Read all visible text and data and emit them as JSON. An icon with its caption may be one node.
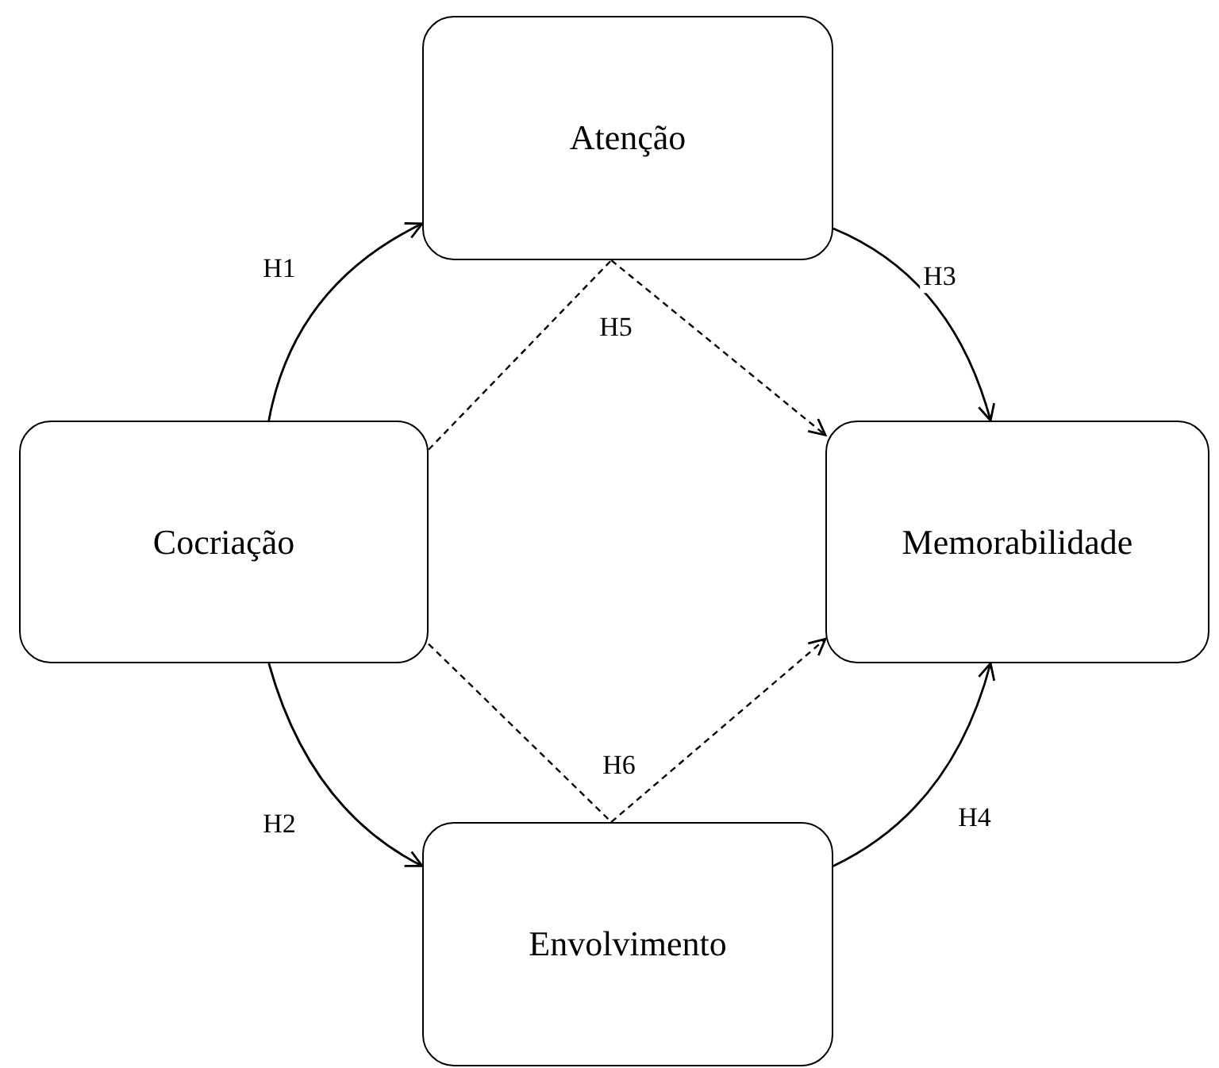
{
  "diagram": {
    "nodes": [
      {
        "text": [
          "Atenção"
        ]
      },
      {
        "text": [
          "Cocriação"
        ]
      },
      {
        "text": [
          "Memorabilidade"
        ]
      },
      {
        "text": [
          "Envolvimento"
        ]
      }
    ],
    "edges": [
      {
        "from": 1,
        "to": 0,
        "arrow": "to",
        "label": "H1"
      },
      {
        "from": 0,
        "to": 2,
        "arrow": "to",
        "label": "H3"
      },
      {
        "from": 1,
        "to": 3,
        "arrow": "to",
        "label": "H2"
      },
      {
        "from": 3,
        "to": 2,
        "arrow": "to",
        "label": "H4"
      },
      {
        "from": 1,
        "to": 0,
        "arrow": "none",
        "style": "dashed"
      },
      {
        "from": 0,
        "to": 2,
        "arrow": "to",
        "style": "dashed",
        "label": "H5"
      },
      {
        "from": 1,
        "to": 3,
        "arrow": "none",
        "style": "dashed"
      },
      {
        "from": 3,
        "to": 2,
        "arrow": "to",
        "style": "dashed",
        "label": "H6"
      }
    ]
  }
}
